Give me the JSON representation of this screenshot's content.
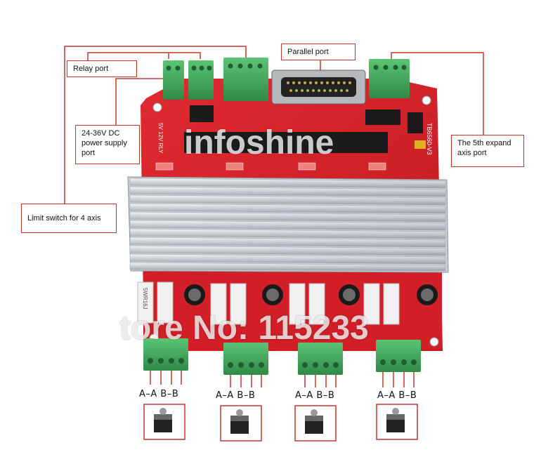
{
  "labels": {
    "relay_port": "Relay port",
    "parallel_port": "Parallel port",
    "power_supply": "24-36V DC power supply port",
    "fifth_axis": "The 5th expand axis port",
    "limit_switch": "Limit switch for 4 axis"
  },
  "pin_labels": [
    "A–A  B–B",
    "A–A  B–B",
    "A–A  B–B",
    "A–A  B–B"
  ],
  "watermarks": {
    "top": "infoshine",
    "bottom": "tore No: 115233"
  },
  "board_text": {
    "model": "TB6560-V3",
    "relay": "5V 12V RLY",
    "resistor": "5WR16J"
  },
  "colors": {
    "pcb_red": "#d8202a",
    "connector_green": "#3fa55a",
    "heatsink": "#d9dde2",
    "callout_line": "#c0392b"
  }
}
